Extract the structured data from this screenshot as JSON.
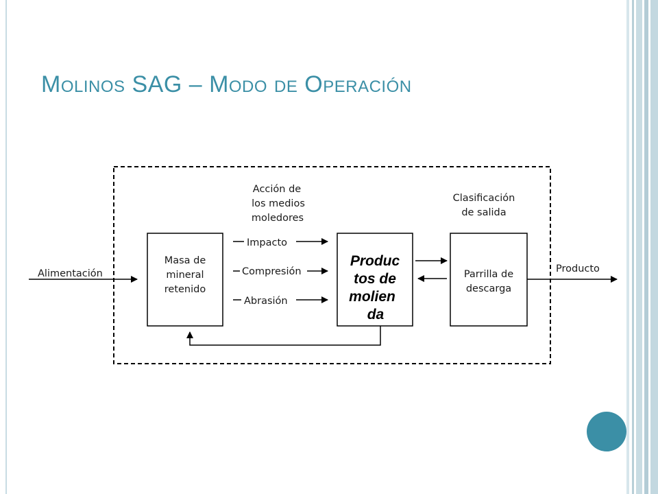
{
  "slide": {
    "title": "Molinos SAG – Modo de Operación",
    "accent_color": "#3b8fa6"
  },
  "diagram": {
    "input_label": "Alimentación",
    "output_label": "Producto",
    "media_action_label": [
      "Acción de",
      "los medios",
      "moledores"
    ],
    "classification_label": [
      "Clasificación",
      "de salida"
    ],
    "mass_box": [
      "Masa de",
      "mineral",
      "retenido"
    ],
    "products_box": [
      "Produc",
      "tos de",
      "molien",
      "da"
    ],
    "grate_box": [
      "Parrilla de",
      "descarga"
    ],
    "mechanisms": [
      "Impacto",
      "Compresión",
      "Abrasión"
    ]
  }
}
